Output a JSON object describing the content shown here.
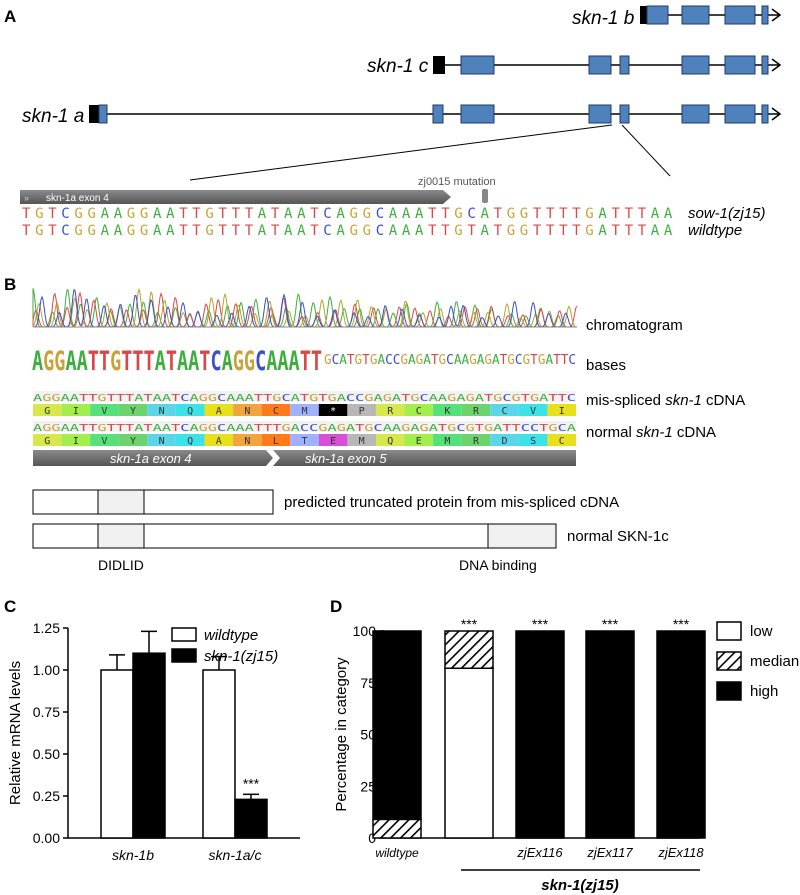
{
  "panels": {
    "a": "A",
    "b": "B",
    "c": "C",
    "d": "D"
  },
  "panel_a": {
    "isoform_b_gene": "skn-1",
    "isoform_b_suffix": " b",
    "isoform_c_gene": "skn-1",
    "isoform_c_suffix": " c",
    "isoform_a_gene": "skn-1",
    "isoform_a_suffix": " a",
    "exon_label": "skn-1a exon 4",
    "mutation_label": "zj0015 mutation",
    "seq_mutant": "TGTCGGAAGGAATTGTTTATAATCAGGCAAATTGCATGGTTTTGATTTAA",
    "seq_wildtype": "TGTCGGAAGGAATTGTTTATAATCAGGCAAATTGTATGGTTTTGATTTAA",
    "mutant_label": "sow-1(zj15)",
    "wildtype_label": "wildtype"
  },
  "panel_b": {
    "chromatogram_label": "chromatogram",
    "bases_label": "bases",
    "bases_seq": "AGGAATTGTTTATAATCAGGCAAATT",
    "bases_seq_tail": "GCATGTGACCGAGATGCAAGAGATGCGTGATTC",
    "mis_seq": "AGGAATTGTTTATAATCAGGCAAATTGCATGTGACCGAGATGCAAGAGATGCGTGATTC",
    "mis_aa": [
      "G",
      "I",
      "V",
      "Y",
      "N",
      "Q",
      "A",
      "N",
      "C",
      "M",
      "*",
      "P",
      "R",
      "C",
      "K",
      "R",
      "C",
      "V",
      "I"
    ],
    "mis_label_pre": "mis-spliced ",
    "mis_label_gene": "skn-1",
    "mis_label_post": " cDNA",
    "norm_seq": "AGGAATTGTTTATAATCAGGCAAATTTGACCGAGATGCAAGAGATGCGTGATTCCTGCA",
    "norm_aa": [
      "G",
      "I",
      "V",
      "Y",
      "N",
      "Q",
      "A",
      "N",
      "L",
      "T",
      "E",
      "M",
      "Q",
      "E",
      "M",
      "R",
      "D",
      "S",
      "C"
    ],
    "norm_label_pre": "normal ",
    "norm_label_gene": "skn-1",
    "norm_label_post": " cDNA",
    "exon4_label": "skn-1a exon 4",
    "exon5_label": "skn-1a exon 5",
    "truncated_label": "predicted truncated protein from mis-spliced cDNA",
    "normal_protein_label": "normal SKN-1c",
    "didlid_label": "DIDLID",
    "dna_binding_label": "DNA binding"
  },
  "chart_data": [
    {
      "type": "bar",
      "panel": "C",
      "categories": [
        "skn-1b",
        "skn-1a/c"
      ],
      "series": [
        {
          "name": "wildtype",
          "values": [
            1.0,
            1.0
          ],
          "errors": [
            0.09,
            0.08
          ],
          "color": "#ffffff"
        },
        {
          "name": "skn-1(zj15)",
          "values": [
            1.1,
            0.23
          ],
          "errors": [
            0.13,
            0.03
          ],
          "color": "#000000"
        }
      ],
      "ylabel": "Relative mRNA levels",
      "ylim": [
        0,
        1.25
      ],
      "yticks": [
        "0.00",
        "0.25",
        "0.50",
        "0.75",
        "1.00",
        "1.25"
      ],
      "annotation": "***",
      "legend": "top-right"
    },
    {
      "type": "bar",
      "panel": "D",
      "stacked": true,
      "categories": [
        "wildtype",
        "",
        "zjEx116",
        "zjEx117",
        "zjEx118"
      ],
      "series": [
        {
          "name": "low",
          "values": [
            0,
            82,
            0,
            0,
            0
          ],
          "pattern": "white"
        },
        {
          "name": "median",
          "values": [
            9,
            18,
            0,
            0,
            0
          ],
          "pattern": "hatched"
        },
        {
          "name": "high",
          "values": [
            91,
            0,
            100,
            100,
            100
          ],
          "pattern": "black"
        }
      ],
      "ylabel": "Percentage in category",
      "ylim": [
        0,
        100
      ],
      "yticks": [
        "0",
        "25",
        "50",
        "75",
        "100"
      ],
      "annotations": [
        "",
        "***",
        "***",
        "***",
        "***"
      ],
      "group_label": "skn-1(zj15)",
      "legend": "top-right"
    }
  ],
  "colors": {
    "exon": "#4f81bd",
    "utr": "#000000",
    "aa_palette": [
      "#d6e84c",
      "#a2ee4c",
      "#55e07a",
      "#6dd36d",
      "#5bd6e8",
      "#3be2e8",
      "#e7e01b",
      "#f2a43f",
      "#ff7a18",
      "#9fb1ff",
      "#d84fd8",
      "#b7b7b7",
      "#000000"
    ]
  }
}
